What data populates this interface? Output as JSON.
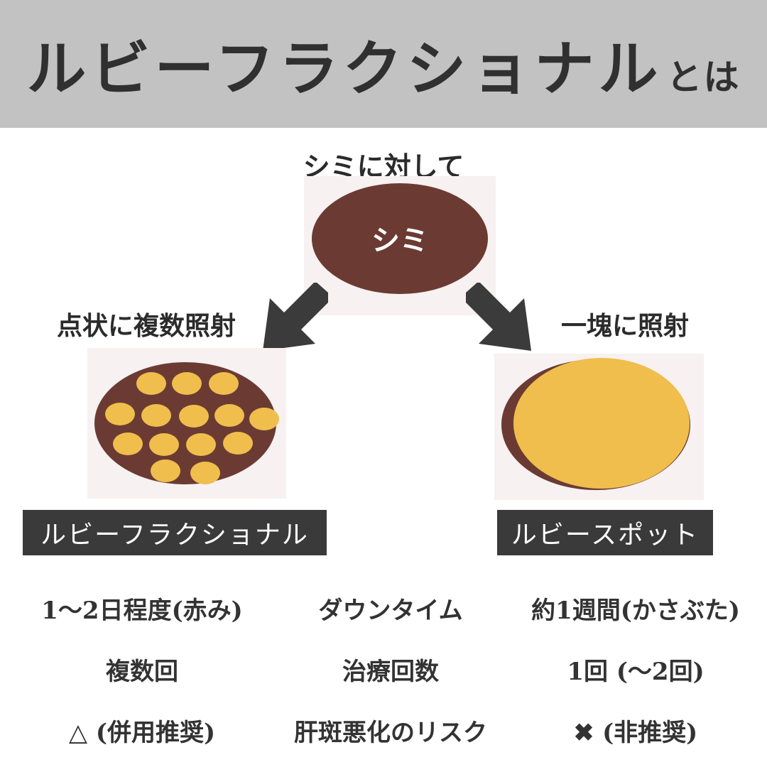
{
  "header": {
    "title": "ルビーフラクショナル",
    "title_suffix": "とは",
    "background": "#c2c2c2"
  },
  "diagram": {
    "top_caption": "シミに対して",
    "spot_label": "シミ",
    "left_caption": "点状に複数照射",
    "right_caption": "一塊に照射",
    "left_tag": "ルビーフラクショナル",
    "right_tag": "ルビースポット",
    "colors": {
      "spot": "#6b3b33",
      "laser": "#f0be4c",
      "panel": "#f7f1f1",
      "arrow": "#3b3b3b",
      "tag": "#3a3a3a"
    }
  },
  "comparison": {
    "rows": [
      {
        "left": "1〜2日程度(赤み)",
        "label": "ダウンタイム",
        "right": "約1週間(かさぶた)"
      },
      {
        "left": "複数回",
        "label": "治療回数",
        "right": "1回 (〜2回)"
      },
      {
        "left": "△ (併用推奨)",
        "label": "肝斑悪化のリスク",
        "right": "✖ (非推奨)"
      }
    ]
  }
}
